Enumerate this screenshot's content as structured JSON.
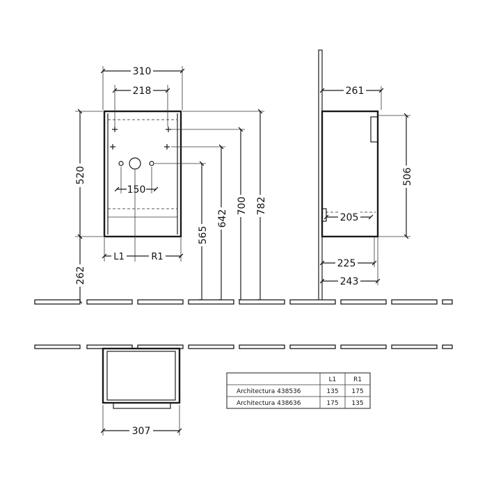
{
  "front_view": {
    "width_total": "310",
    "width_mount": "218",
    "height": "520",
    "floor_gap": "262",
    "drain_spacing": "150",
    "left_hinge": "L1",
    "right_hinge": "R1",
    "height_565": "565",
    "height_642": "642",
    "height_700": "700",
    "height_782": "782"
  },
  "side_view": {
    "depth_261": "261",
    "height_506": "506",
    "depth_205": "205",
    "depth_225": "225",
    "depth_243": "243"
  },
  "top_view": {
    "width_307": "307"
  },
  "table": {
    "headers": [
      "",
      "L1",
      "R1"
    ],
    "rows": [
      [
        "Architectura 438536",
        "135",
        "175"
      ],
      [
        "Architectura 438636",
        "175",
        "135"
      ]
    ]
  }
}
